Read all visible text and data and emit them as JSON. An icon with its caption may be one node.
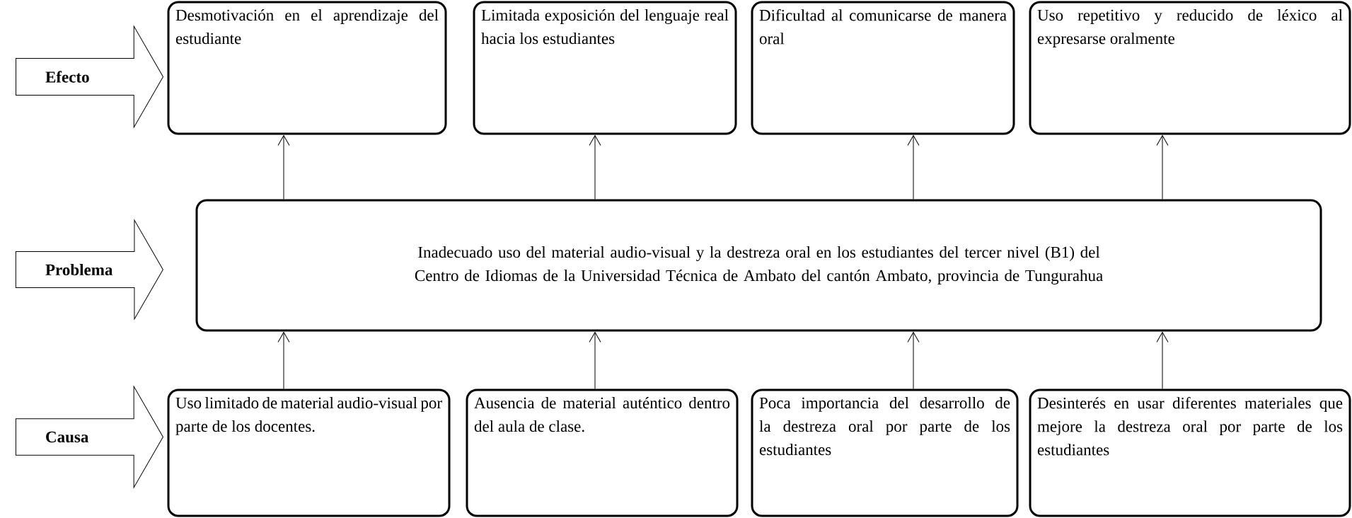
{
  "diagram": {
    "nodes": [
      {
        "text": [
          "Efecto"
        ]
      },
      {
        "text": [
          "Desmotivación en el aprendizaje del estudiante"
        ]
      },
      {
        "text": [
          "Limitada exposición del lenguaje real hacia los estudiantes"
        ]
      },
      {
        "text": [
          "Dificultad al comunicarse de manera oral"
        ]
      },
      {
        "text": [
          "Uso repetitivo y reducido de léxico al expresarse oralmente"
        ]
      },
      {
        "text": [
          "Problema"
        ]
      },
      {
        "text": [
          "Inadecuado uso del material audio-visual y la destreza oral en los estudiantes del tercer nivel (B1) del Centro de Idiomas de la Universidad Técnica de Ambato del cantón Ambato, provincia de Tungurahua"
        ]
      },
      {
        "text": [
          "Causa"
        ]
      },
      {
        "text": [
          "Uso limitado de material audio-visual por parte de los docentes."
        ]
      },
      {
        "text": [
          "Ausencia de material auténtico dentro del aula de clase."
        ]
      },
      {
        "text": [
          "Poca importancia del desarrollo de la destreza oral por parte de los estudiantes"
        ]
      },
      {
        "text": [
          "Desinterés en usar diferentes materiales que mejore la destreza oral por parte de los estudiantes"
        ]
      }
    ],
    "edges": [
      {
        "from": 6,
        "to": 1,
        "arrow": "to"
      },
      {
        "from": 6,
        "to": 2,
        "arrow": "to"
      },
      {
        "from": 6,
        "to": 3,
        "arrow": "to"
      },
      {
        "from": 6,
        "to": 4,
        "arrow": "to"
      },
      {
        "from": 8,
        "to": 6,
        "arrow": "to"
      },
      {
        "from": 9,
        "to": 6,
        "arrow": "to"
      },
      {
        "from": 10,
        "to": 6,
        "arrow": "to"
      },
      {
        "from": 11,
        "to": 6,
        "arrow": "to"
      }
    ]
  }
}
